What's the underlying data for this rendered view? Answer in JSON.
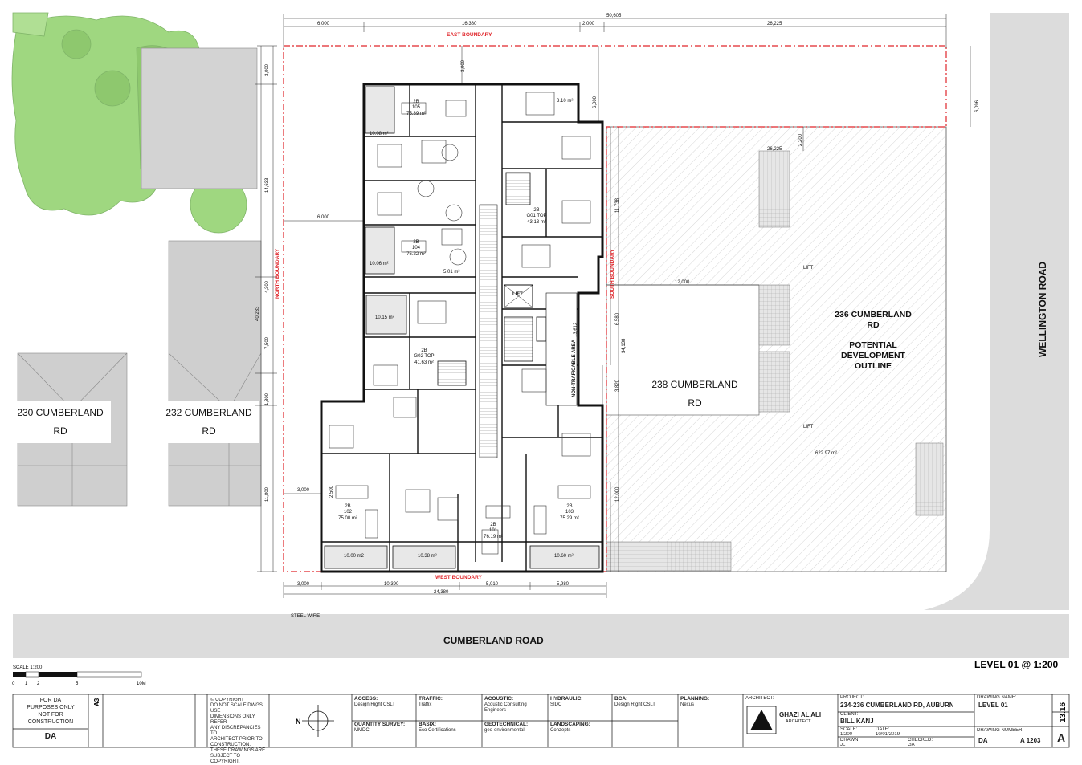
{
  "boundaries": {
    "east": "EAST BOUNDARY",
    "west": "WEST BOUNDARY",
    "north": "NORTH BOUNDARY",
    "south": "SOUTH BOUNDARY"
  },
  "dims": {
    "top_total": "50,605",
    "top_a": "16,380",
    "top_b": "6,000",
    "top_c": "2,000",
    "top_d": "26,225",
    "top_e": "3,000",
    "right_a": "6,096",
    "left_a": "3,000",
    "left_b": "14,633",
    "left_c": "40,233",
    "left_d": "4,300",
    "left_e": "7,500",
    "left_f": "1,800",
    "left_g": "11,800",
    "left_h": "2,500",
    "inner_6000": "6,000",
    "inner_3000": "3,000",
    "ctr_6000": "6,000",
    "ctr_11738": "11,738",
    "ctr_6580": "6,580",
    "ctr_3820": "3,820",
    "ctr_12000": "12,000",
    "ctr_13612": "13,612",
    "ctr_34138": "34,138",
    "ctr_12000b": "12,000",
    "site_26225": "26,225",
    "site_2200": "2,200",
    "bot_3000": "3,000",
    "bot_10390": "10,390",
    "bot_5010": "5,010",
    "bot_5980": "5,980",
    "bot_24380": "24,380"
  },
  "units": [
    {
      "type": "2B",
      "num": "105",
      "area": "75.89 m²"
    },
    {
      "type": "2B",
      "num": "104",
      "area": "75.22 m²"
    },
    {
      "type": "2B",
      "num": "G01 TOP",
      "area": "43.13 m²"
    },
    {
      "type": "2B",
      "num": "G02 TOP",
      "area": "41.63 m²"
    },
    {
      "type": "2B",
      "num": "102",
      "area": "75.00 m²"
    },
    {
      "type": "2B",
      "num": "101",
      "area": "76.19 m²"
    },
    {
      "type": "2B",
      "num": "103",
      "area": "75.29 m²"
    }
  ],
  "balconies": {
    "b1": "10.08 m²",
    "b2": "10.06 m²",
    "b3": "10.15 m²",
    "b4": "10.00 m2",
    "b5": "10.38 m²",
    "b6": "10.60 m²",
    "b7": "3.10 m²",
    "b8": "5.01 m²"
  },
  "labels": {
    "lift": "LIFT",
    "non_traf": "NON-TRAFICABLE AREA",
    "lift_a": "LIFT",
    "lift_b": "LIFT",
    "dev_area": "622.97 m²",
    "steel_wire": "STEEL WIRE"
  },
  "neighbours": {
    "n230_a": "230 CUMBERLAND",
    "n230_b": "RD",
    "n232_a": "232 CUMBERLAND",
    "n232_b": "RD",
    "n238_a": "238 CUMBERLAND",
    "n238_b": "RD",
    "n236_a": "236 CUMBERLAND",
    "n236_b": "RD",
    "pot_a": "POTENTIAL",
    "pot_b": "DEVELOPMENT",
    "pot_c": "OUTLINE"
  },
  "roads": {
    "cumberland": "CUMBERLAND ROAD",
    "wellington": "WELLINGTON ROAD"
  },
  "level_title": "LEVEL 01 @ 1:200",
  "scale": {
    "label": "SCALE 1:200",
    "t0": "0",
    "t1": "1",
    "t2": "2",
    "t5": "5",
    "t10": "10M"
  },
  "title_block": {
    "for_da_1": "FOR DA",
    "for_da_2": "PURPOSES ONLY",
    "nfc_1": "NOT FOR",
    "nfc_2": "CONSTRUCTION",
    "da": "DA",
    "sheet_size": "A3",
    "copyright_title": "© COPYRIGHT",
    "copyright_1": "DO NOT SCALE DWGS. USE",
    "copyright_2": "DIMENSIONS ONLY. REFER",
    "copyright_3": "ANY DISCREPANCIES TO",
    "copyright_4": "ARCHITECT PRIOR TO",
    "copyright_5": "CONSTRUCTION.",
    "copyright_6": "THESE DRAWINGS ARE",
    "copyright_7": "SUBJECT TO COPYRIGHT.",
    "north_symbol": "N",
    "c_access": "ACCESS:",
    "c_access_v": "Design Right CSLT",
    "c_qs": "QUANTITY SURVEY:",
    "c_qs_v": "MMDC",
    "c_traffic": "TRAFFIC:",
    "c_traffic_v": "Traffix",
    "c_basix": "BASIX:",
    "c_basix_v": "Eco Certifications",
    "c_acoustic": "ACOUSTIC:",
    "c_acoustic_v": "Acoustic Consulting Engineers",
    "c_geo": "GEOTECHNICAL:",
    "c_geo_v": "geo-environmental",
    "c_hyd": "HYDRAULIC:",
    "c_hyd_v": "SIDC",
    "c_land": "LANDSCAPING:",
    "c_land_v": "Conzepts",
    "c_bca": "BCA:",
    "c_bca_v": "Design Right CSLT",
    "c_plan": "PLANNING:",
    "c_plan_v": "Nexus",
    "architect_label": "ARCHITECT:",
    "architect_name": "GHAZI AL ALI",
    "architect_sub": "ARCHITECT",
    "project_label": "PROJECT:",
    "project": "234-236 CUMBERLAND RD, AUBURN",
    "client_label": "CLIENT:",
    "client": "BILL KANJ",
    "scale_label": "SCALE:",
    "scale_v": "1:200",
    "date_label": "DATE:",
    "date_v": "10/01/2019",
    "drawn_label": "DRAWN:",
    "drawn_v": "JL",
    "checked_label": "CHECKED:",
    "checked_v": "GA",
    "drawing_label": "DRAWING NAME:",
    "drawing_v": "LEVEL 01",
    "dwg_no_label": "DRAWING NUMBER:",
    "dwg_prefix": "DA",
    "dwg_no": "A 1203",
    "project_no": "13.16",
    "issue": "A"
  },
  "colors": {
    "boundary_red": "#e0262b",
    "tree_green": "#8fd16a",
    "building_grey": "#cfcfcf",
    "road_grey": "#dcdcdc"
  }
}
